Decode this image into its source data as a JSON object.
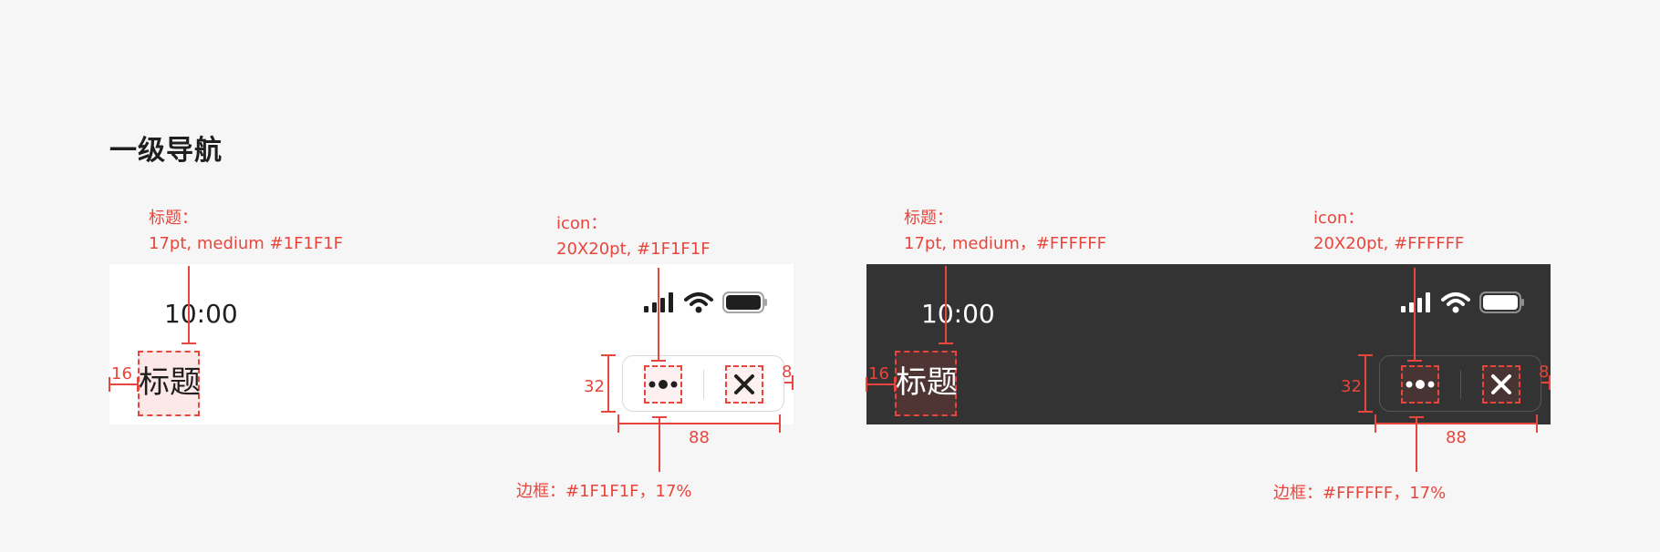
{
  "section_title": "一级导航",
  "colors": {
    "annotation": "#E8453C",
    "light_bg": "#FFFFFF",
    "dark_bg": "#333333",
    "light_fg": "#1F1F1F",
    "dark_fg": "#FFFFFF"
  },
  "light": {
    "title_anno": {
      "line1": "标题：",
      "line2": "17pt, medium #1F1F1F"
    },
    "icon_anno": {
      "line1": "icon：",
      "line2": "20X20pt, #1F1F1F"
    },
    "border_anno": "边框：#1F1F1F，17%",
    "time": "10:00",
    "nav_title": "标题",
    "dims": {
      "left": "16",
      "height": "32",
      "right": "8",
      "width": "88"
    },
    "icons": {
      "signal": "signal-icon",
      "wifi": "wifi-icon",
      "battery": "battery-icon",
      "more": "more-icon",
      "close": "close-icon"
    }
  },
  "dark": {
    "title_anno": {
      "line1": "标题：",
      "line2": "17pt, medium，#FFFFFF"
    },
    "icon_anno": {
      "line1": "icon：",
      "line2": "20X20pt, #FFFFFF"
    },
    "border_anno": "边框：#FFFFFF，17%",
    "time": "10:00",
    "nav_title": "标题",
    "dims": {
      "left": "16",
      "height": "32",
      "right": "8",
      "width": "88"
    },
    "icons": {
      "signal": "signal-icon",
      "wifi": "wifi-icon",
      "battery": "battery-icon",
      "more": "more-icon",
      "close": "close-icon"
    }
  }
}
